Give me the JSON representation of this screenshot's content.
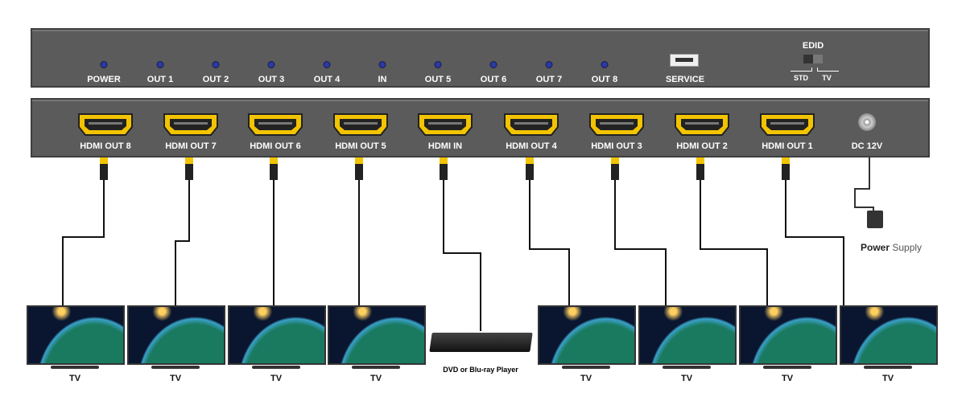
{
  "front_panel": {
    "leds": [
      "POWER",
      "OUT 1",
      "OUT 2",
      "OUT 3",
      "OUT 4",
      "IN",
      "OUT 5",
      "OUT 6",
      "OUT 7",
      "OUT 8"
    ],
    "service_label": "SERVICE",
    "edid": {
      "title": "EDID",
      "std": "STD",
      "tv": "TV"
    }
  },
  "rear_panel": {
    "ports": [
      "HDMI OUT 8",
      "HDMI OUT 7",
      "HDMI OUT 6",
      "HDMI OUT 5",
      "HDMI IN",
      "HDMI OUT 4",
      "HDMI OUT 3",
      "HDMI OUT 2",
      "HDMI OUT 1"
    ],
    "dc_label": "DC 12V"
  },
  "devices": {
    "tv_label": "TV",
    "player_label": "DVD or Blu-ray Player",
    "power_supply_bold": "Power",
    "power_supply_rest": " Supply"
  },
  "colors": {
    "panel": "#5b5b5b",
    "port": "#f2c300"
  }
}
